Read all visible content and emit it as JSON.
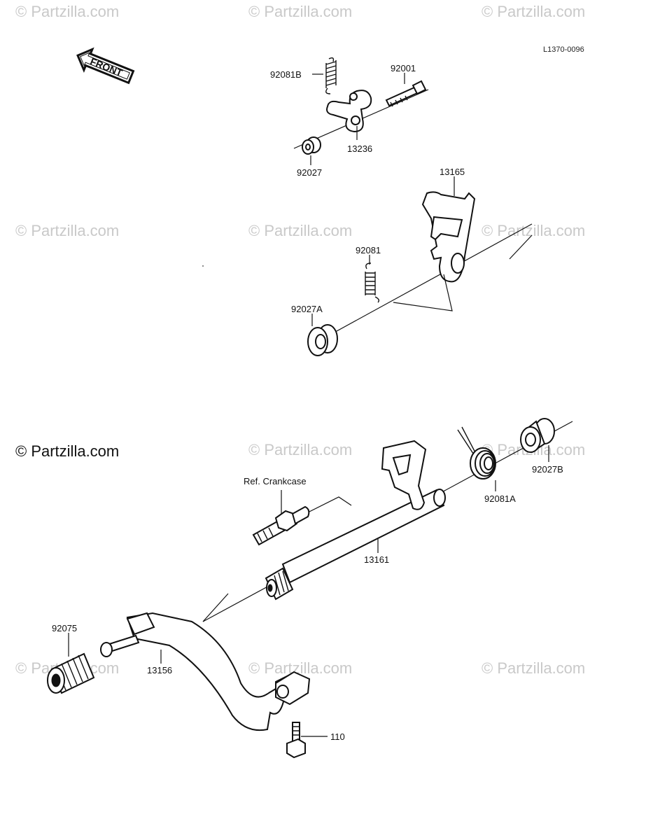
{
  "watermark": "© Partzilla.com",
  "watermark_main": "© Partzilla.com",
  "diagram_code": "L1370-0096",
  "front_label": "FRONT",
  "callouts": {
    "p92081B": "92081B",
    "p92001": "92001",
    "p13236": "13236",
    "p92027": "92027",
    "p13165": "13165",
    "p92081": "92081",
    "p92027A": "92027A",
    "ref_crankcase": "Ref. Crankcase",
    "p92081A": "92081A",
    "p92027B": "92027B",
    "p13161": "13161",
    "p92075": "92075",
    "p13156": "13156",
    "p110": "110"
  }
}
